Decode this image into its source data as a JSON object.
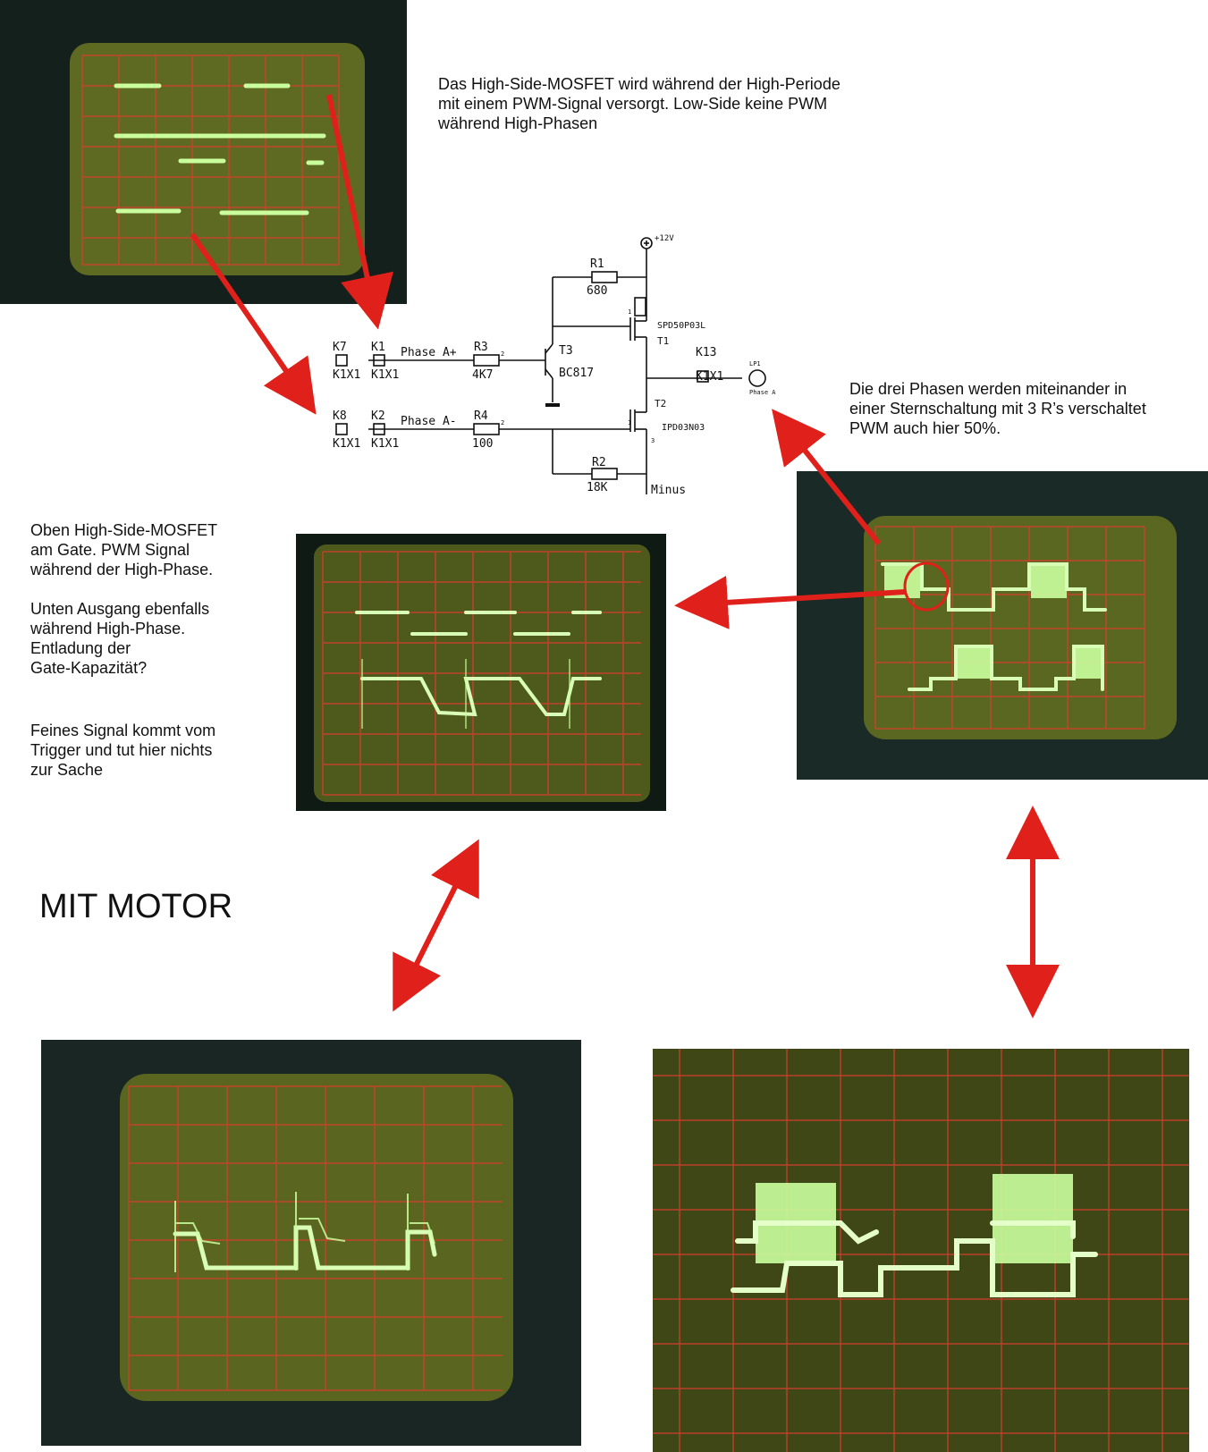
{
  "notes": {
    "top_right": "Das High-Side-MOSFET wird während der High-Periode\nmit einem PWM-Signal versorgt. Low-Side keine PWM\nwährend High-Phasen",
    "mid_right": "Die drei Phasen werden miteinander in\neiner Sternschaltung mit 3 R’s verschaltet\nPWM auch hier 50%.",
    "left_1": "Oben High-Side-MOSFET\n am Gate.  PWM Signal\n während der High-Phase.",
    "left_2": "Unten Ausgang ebenfalls\nwährend High-Phase.\nEntladung der\nGate-Kapazität?",
    "left_3": "Feines Signal kommt vom\nTrigger und tut hier nichts\nzur Sache",
    "mit_motor": "MIT MOTOR"
  },
  "schematic": {
    "supply": "+12V",
    "r1": {
      "name": "R1",
      "value": "680"
    },
    "r2": {
      "name": "R2",
      "value": "18K"
    },
    "r3": {
      "name": "R3",
      "value": "4K7"
    },
    "r4": {
      "name": "R4",
      "value": "100"
    },
    "t1": {
      "name": "T1",
      "part": "SPD50P03L"
    },
    "t2": {
      "name": "T2",
      "part": "IPD03N03"
    },
    "t3": {
      "name": "T3",
      "part": "BC817"
    },
    "k7": "K7",
    "k1": "K1",
    "k8": "K8",
    "k2": "K2",
    "k13": "K13",
    "k1x1": "K1X1",
    "phase_a_plus": "Phase A+",
    "phase_a_minus": "Phase A-",
    "lp1": "LP1",
    "phase_a": "Phase A",
    "minus": "Minus",
    "pin1": "1",
    "pin2": "2",
    "pin3": "3"
  },
  "colors": {
    "arrow": "#e0201a",
    "trace": "#bfff9a",
    "grid": "#d2402c",
    "screen": "#5e6a1f"
  }
}
